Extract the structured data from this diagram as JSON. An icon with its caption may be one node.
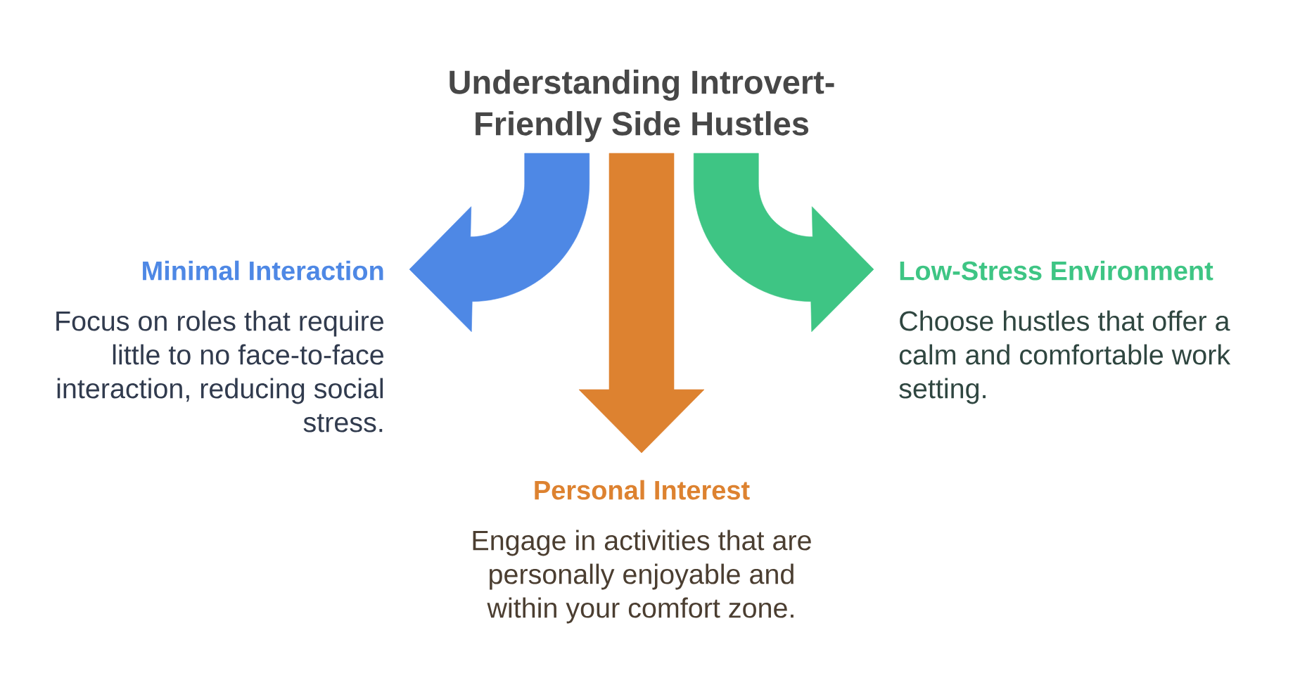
{
  "diagram": {
    "title": "Understanding Introvert-Friendly Side Hustles",
    "nodes": [
      {
        "text": [
          "Minimal Interaction",
          "Focus on roles that require little to no face-to-face interaction, reducing social stress."
        ]
      },
      {
        "text": [
          "Low-Stress Environment",
          "Choose hustles that offer a calm and comfortable work setting."
        ]
      },
      {
        "text": [
          "Personal Interest",
          "Engage in activities that are personally enjoyable and within your comfort zone."
        ]
      }
    ],
    "edges": [
      {
        "from": null,
        "to": 0,
        "arrow": "to",
        "color": "#4e88e5"
      },
      {
        "from": null,
        "to": 2,
        "arrow": "to",
        "color": "#dd8230"
      },
      {
        "from": null,
        "to": 1,
        "arrow": "to",
        "color": "#3ec584"
      }
    ]
  }
}
